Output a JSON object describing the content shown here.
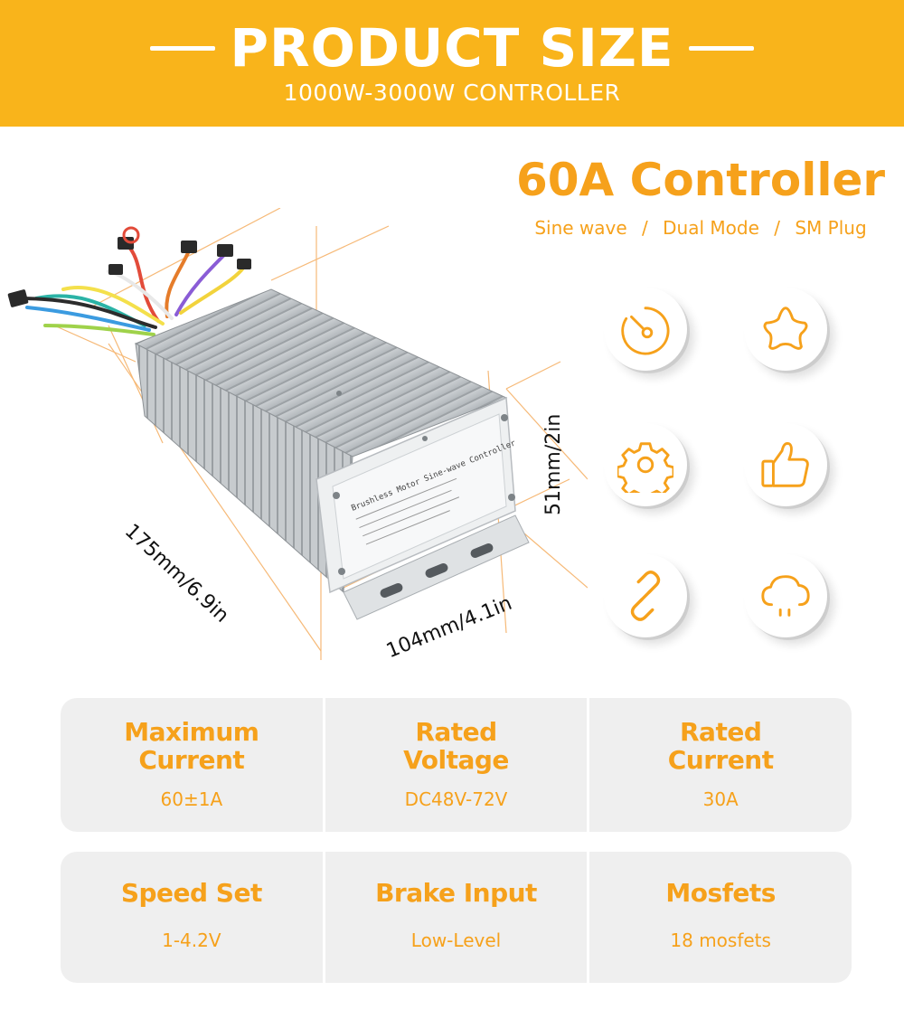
{
  "banner": {
    "title": "PRODUCT SIZE",
    "subtitle": "1000W-3000W CONTROLLER"
  },
  "headline": {
    "title": "60A Controller",
    "features": [
      "Sine wave",
      "Dual Mode",
      "SM Plug"
    ],
    "separator": "/"
  },
  "product": {
    "plate_text": "Brushless Motor Sine-wave Controller",
    "dimensions": {
      "length": "175mm/6.9in",
      "width": "104mm/4.1in",
      "height": "51mm/2in"
    }
  },
  "icons": [
    "speedometer-icon",
    "star-icon",
    "gear-icon",
    "thumbs-up-icon",
    "link-icon",
    "cloud-rain-icon"
  ],
  "colors": {
    "accent": "#f6a11b",
    "banner": "#f9b41b",
    "card": "#efefef"
  },
  "specs": {
    "row1": [
      {
        "label": "Maximum\nCurrent",
        "value": "60±1A"
      },
      {
        "label": "Rated\nVoltage",
        "value": "DC48V-72V"
      },
      {
        "label": "Rated\nCurrent",
        "value": "30A"
      }
    ],
    "row2": [
      {
        "label": "Speed Set",
        "value": "1-4.2V"
      },
      {
        "label": "Brake Input",
        "value": "Low-Level"
      },
      {
        "label": "Mosfets",
        "value": "18 mosfets"
      }
    ]
  }
}
